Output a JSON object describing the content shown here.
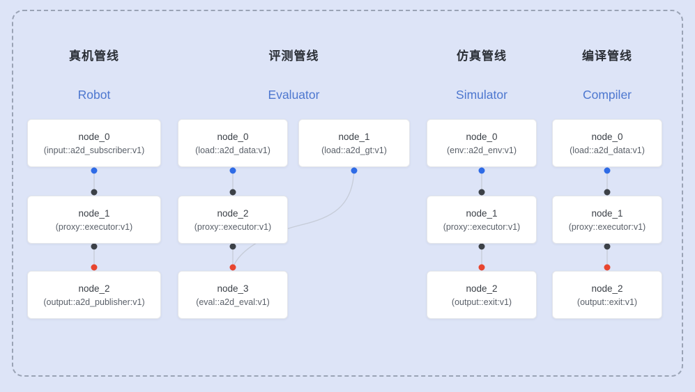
{
  "colors": {
    "background": "#dde4f7",
    "frame_border": "#9aa3b5",
    "edge": "#c6ccd8",
    "port_blue": "#2e6be6",
    "port_black": "#3c4147",
    "port_red": "#e8452f",
    "title_en": "#4d77cf"
  },
  "pipelines": [
    {
      "id": "robot",
      "title_zh": "真机管线",
      "title_en": "Robot",
      "nodes": [
        {
          "name": "node_0",
          "type": "(input::a2d_subscriber:v1)"
        },
        {
          "name": "node_1",
          "type": "(proxy::executor:v1)"
        },
        {
          "name": "node_2",
          "type": "(output::a2d_publisher:v1)"
        }
      ]
    },
    {
      "id": "evaluator",
      "title_zh": "评测管线",
      "title_en": "Evaluator",
      "nodes": [
        {
          "name": "node_0",
          "type": "(load::a2d_data:v1)"
        },
        {
          "name": "node_1",
          "type": "(load::a2d_gt:v1)"
        },
        {
          "name": "node_2",
          "type": "(proxy::executor:v1)"
        },
        {
          "name": "node_3",
          "type": "(eval::a2d_eval:v1)"
        }
      ]
    },
    {
      "id": "simulator",
      "title_zh": "仿真管线",
      "title_en": "Simulator",
      "nodes": [
        {
          "name": "node_0",
          "type": "(env::a2d_env:v1)"
        },
        {
          "name": "node_1",
          "type": "(proxy::executor:v1)"
        },
        {
          "name": "node_2",
          "type": "(output::exit:v1)"
        }
      ]
    },
    {
      "id": "compiler",
      "title_zh": "编译管线",
      "title_en": "Compiler",
      "nodes": [
        {
          "name": "node_0",
          "type": "(load::a2d_data:v1)"
        },
        {
          "name": "node_1",
          "type": "(proxy::executor:v1)"
        },
        {
          "name": "node_2",
          "type": "(output::exit:v1)"
        }
      ]
    }
  ]
}
